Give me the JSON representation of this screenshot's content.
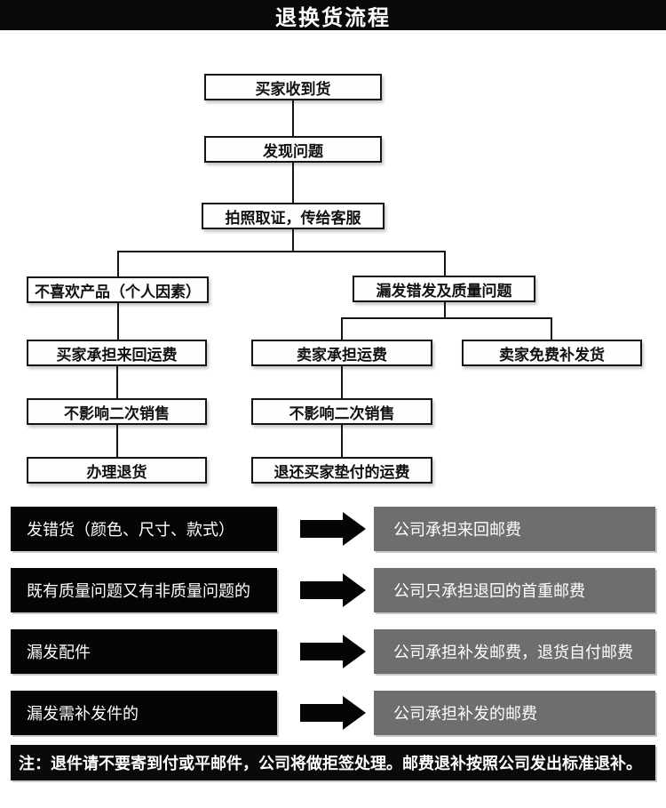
{
  "header": {
    "title": "退换货流程"
  },
  "flowchart": {
    "receive": "买家收到货",
    "find_problem": "发现问题",
    "photo_evidence": "拍照取证，传给客服",
    "dislike_personal": "不喜欢产品（个人因素）",
    "wrong_or_quality": "漏发错发及质量问题",
    "buyer_round_trip_freight": "买家承担来回运费",
    "seller_freight": "卖家承担运费",
    "seller_free_reship": "卖家免费补发货",
    "no_affect_resale_left": "不影响二次销售",
    "no_affect_resale_right": "不影响二次销售",
    "process_return": "办理退货",
    "refund_advanced_freight": "退还买家垫付的运费"
  },
  "policies": [
    {
      "condition": "发错货（颜色、尺寸、款式）",
      "result": "公司承担来回邮费"
    },
    {
      "condition": "既有质量问题又有非质量问题的",
      "result": "公司只承担退回的首重邮费"
    },
    {
      "condition": "漏发配件",
      "result": "公司承担补发邮费，退货自付邮费"
    },
    {
      "condition": "漏发需补发件的",
      "result": "公司承担补发的邮费"
    }
  ],
  "note": "注：退件请不要寄到付或平邮件，公司将做拒签处理。邮费退补按照公司发出标准退补。",
  "colors": {
    "header_bg": "#0a0a0a",
    "condition_box_bg": "#050505",
    "result_box_bg": "#6e6e6e",
    "flow_box_border": "#141414",
    "text_on_dark": "#ffffff"
  }
}
